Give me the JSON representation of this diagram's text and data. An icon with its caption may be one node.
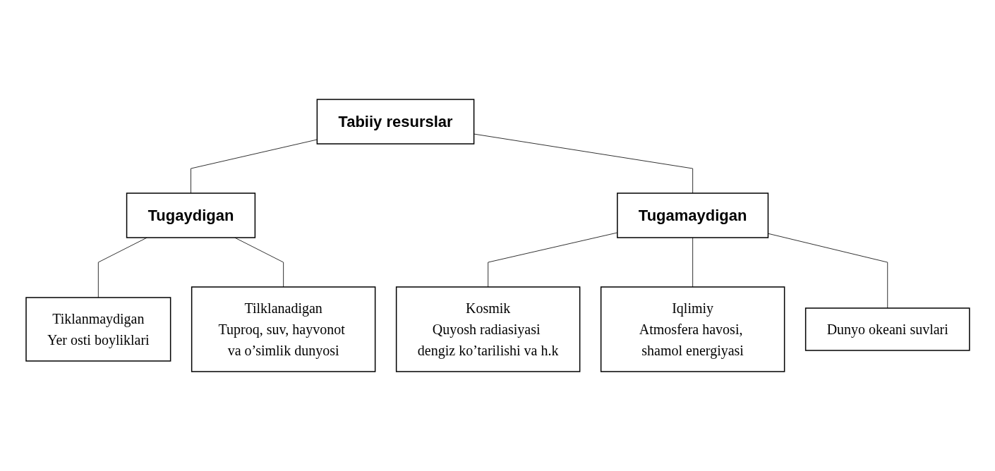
{
  "diagram": {
    "nodes": [
      {
        "text": [
          "Tabiiy resurslar"
        ]
      },
      {
        "text": [
          "Tugaydigan"
        ]
      },
      {
        "text": [
          "Tugamaydigan"
        ]
      },
      {
        "text": [
          "Tiklanmaydigan",
          "Yer osti boyliklari"
        ]
      },
      {
        "text": [
          "Tilklanadigan",
          "Tuproq, suv, hayvonot va o’simlik dunyosi"
        ]
      },
      {
        "text": [
          "Kosmik",
          "Quyosh radiasiyasi dengiz ko’tarilishi va h.k"
        ]
      },
      {
        "text": [
          "Iqlimiy",
          "Atmosfera havosi, shamol energiyasi"
        ]
      },
      {
        "text": [
          "Dunyo okeani suvlari"
        ]
      }
    ],
    "edges": [
      {
        "from": 0,
        "to": 1,
        "arrow": "none"
      },
      {
        "from": 0,
        "to": 2,
        "arrow": "none"
      },
      {
        "from": 1,
        "to": 3,
        "arrow": "none"
      },
      {
        "from": 1,
        "to": 4,
        "arrow": "none"
      },
      {
        "from": 2,
        "to": 5,
        "arrow": "none"
      },
      {
        "from": 2,
        "to": 6,
        "arrow": "none"
      },
      {
        "from": 2,
        "to": 7,
        "arrow": "none"
      }
    ]
  }
}
